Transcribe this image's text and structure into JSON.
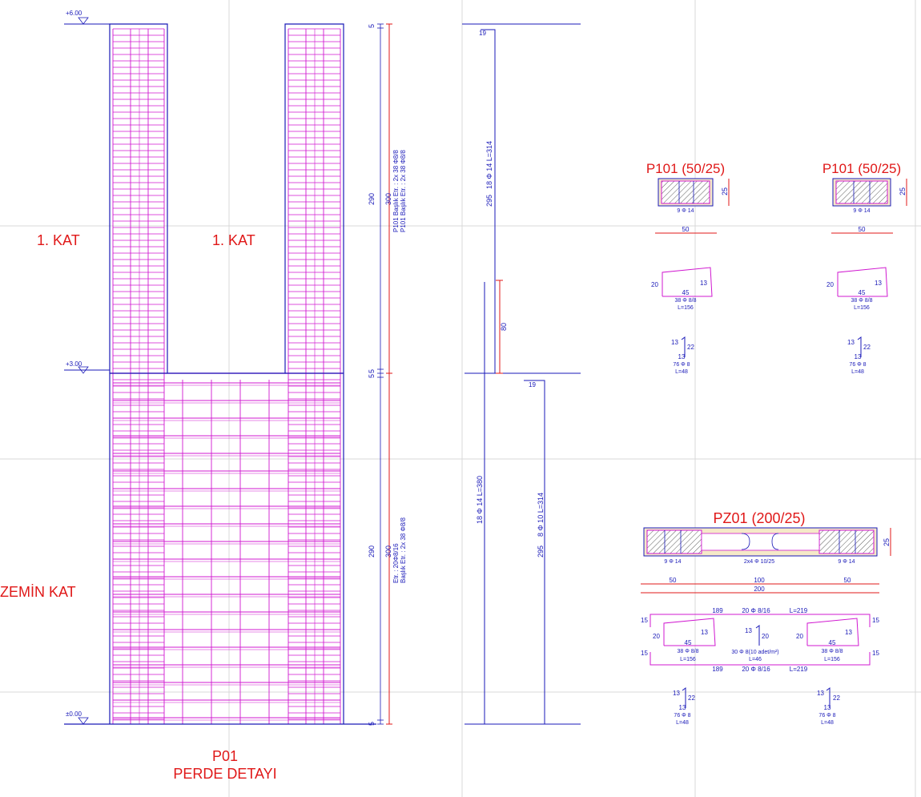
{
  "colors": {
    "outline": "#1a1ab8",
    "rebar": "#d018d0",
    "title": "#e01818",
    "dimension": "#e01818",
    "grid": "#d8d8d8"
  },
  "levels": {
    "top": "+6.00",
    "mid": "+3.00",
    "base": "±0.00"
  },
  "floor_labels": {
    "first_left": "1. KAT",
    "first_right": "1. KAT",
    "ground": "ZEMİN KAT"
  },
  "title": {
    "code": "P01",
    "name": "PERDE DETAYI"
  },
  "elevation_dims": {
    "upper": {
      "top": "5",
      "height": "290",
      "total": "300",
      "bottom": "5"
    },
    "lower": {
      "top": "5",
      "height": "290",
      "total": "300",
      "bottom": "5"
    },
    "upper_note1": "P101 Başlık Etr. : 2x 38 Φ8/8",
    "upper_note2": "P101 Başlık Etr. : 2x 38 Φ8/8",
    "lower_note1": "Etr. : 20Φ8/16",
    "lower_note2": "Başlık Etr. : 2x 38 Φ8/8"
  },
  "bars": {
    "upper_hook": "19",
    "upper_len": "295",
    "upper_label": "18 Φ 14   L=314",
    "lap": "80",
    "lower_main": "18 Φ 14   L=380",
    "lower_hook": "19",
    "lower_len": "295",
    "lower_label": "8 Φ 10   L=314"
  },
  "p101_left": {
    "title": "P101 (50/25)",
    "bars": "9 Φ 14",
    "depth": "25",
    "width": "50",
    "stirrup_h": "20",
    "stirrup_w": "45",
    "hook": "13",
    "stirrup_count": "38 Φ 8/8",
    "stirrup_len": "L=156",
    "tie_a": "13",
    "tie_b": "22",
    "tie_c": "13",
    "tie_count": "76 Φ 8",
    "tie_len": "L=48"
  },
  "p101_right": {
    "title": "P101 (50/25)",
    "bars": "9 Φ 14",
    "depth": "25",
    "width": "50",
    "stirrup_h": "20",
    "stirrup_w": "45",
    "hook": "13",
    "stirrup_count": "38 Φ 8/8",
    "stirrup_len": "L=156",
    "tie_a": "13",
    "tie_b": "22",
    "tie_c": "13",
    "tie_count": "76 Φ 8",
    "tie_len": "L=48"
  },
  "pz01": {
    "title": "PZ01 (200/25)",
    "bars_left": "9 Φ 14",
    "bars_mid": "2x4 Φ 10/25",
    "bars_right": "9 Φ 14",
    "depth": "25",
    "dim_left": "50",
    "dim_mid": "100",
    "dim_right": "50",
    "dim_total": "200",
    "top_len": "189",
    "top_count": "20 Φ 8/16",
    "top_L": "L=219",
    "left_15a": "15",
    "left_15b": "15",
    "right_15a": "15",
    "right_15b": "15",
    "stir_h_left": "20",
    "stir_h_right": "20",
    "stir_w_left": "45",
    "stir_w_right": "45",
    "hook_left": "13",
    "hook_right": "13",
    "stir_count_left": "38 Φ 8/8",
    "stir_len_left": "L=156",
    "stir_count_right": "38 Φ 8/8",
    "stir_len_right": "L=156",
    "mid_tie_a": "13",
    "mid_tie_b": "20",
    "mid_count": "30 Φ 8(10 adet/m²)",
    "mid_len": "L=46",
    "bot_len": "189",
    "bot_count": "20 Φ 8/16",
    "bot_L": "L=219",
    "tie_left_a": "13",
    "tie_left_b": "22",
    "tie_left_c": "13",
    "tie_left_count": "76 Φ 8",
    "tie_left_len": "L=48",
    "tie_right_a": "13",
    "tie_right_b": "22",
    "tie_right_c": "13",
    "tie_right_count": "76 Φ 8",
    "tie_right_len": "L=48"
  }
}
